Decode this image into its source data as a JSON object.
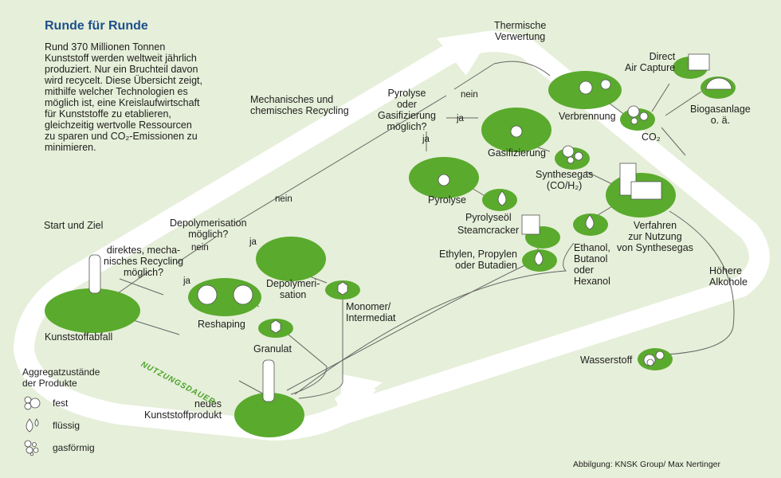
{
  "title": "Runde für Runde",
  "intro": "Rund 370 Millionen Tonnen Kunststoff werden weltweit jährlich produziert. Nur ein Bruchteil davon wird recycelt. Diese Übersicht zeigt, mithilfe welcher Technologien es möglich ist, eine Kreislaufwirtschaft für Kunststoffe zu etablieren, gleichzeitig wertvolle Ressourcen zu sparen und CO₂-Emissionen zu minimieren.",
  "colors": {
    "background": "#e6efd9",
    "accent_green": "#5aaa2e",
    "title_blue": "#1d4f8c",
    "loop": "#ffffff"
  },
  "labels": {
    "start_ziel": "Start und Ziel",
    "kunststoffabfall": "Kunststoffabfall",
    "direkt_q": "direktes, mecha-\nnisches Recycling\nmöglich?",
    "depoly_q": "Depolymerisation\nmöglich?",
    "pyro_q": "Pyrolyse\noder\nGasifizierung\nmöglich?",
    "mech_chem": "Mechanisches und\nchemisches Recycling",
    "thermische": "Thermische\nVerwertung",
    "reshaping": "Reshaping",
    "granulat": "Granulat",
    "depolymerisation": "Depolymeri-\nsation",
    "monomer": "Monomer/\nIntermediat",
    "pyrolyse": "Pyrolyse",
    "gasifizierung": "Gasifizierung",
    "verbrennung": "Verbrennung",
    "co2": "CO₂",
    "dac": "Direct\nAir Capture",
    "biogas": "Biogasanlage\no. ä.",
    "synthesegas": "Synthesegas\n(CO/H₂)",
    "pyrolyseoel": "Pyrolyseöl",
    "steamcracker": "Steamcracker",
    "ethylen": "Ethylen, Propylen\noder Butadien",
    "verfahren": "Verfahren\nzur Nutzung\nvon Synthesegas",
    "ethanol": "Ethanol,\nButanol\noder\nHexanol",
    "alkohole": "Höhere\nAlkohole",
    "wasserstoff": "Wasserstoff",
    "neues_produkt": "neues\nKunststoffprodukt",
    "nutzungsdauer": "NUTZUNGSDAUER",
    "ja": "ja",
    "nein": "nein"
  },
  "legend": {
    "title": "Aggregatzustände\nder Produkte",
    "items": [
      {
        "icon": "solid-bubbles-icon",
        "label": "fest"
      },
      {
        "icon": "liquid-drops-icon",
        "label": "flüssig"
      },
      {
        "icon": "gas-bubbles-icon",
        "label": "gasförmig"
      }
    ]
  },
  "credit": "Abbilgung: KNSK Group/ Max Nertinger"
}
